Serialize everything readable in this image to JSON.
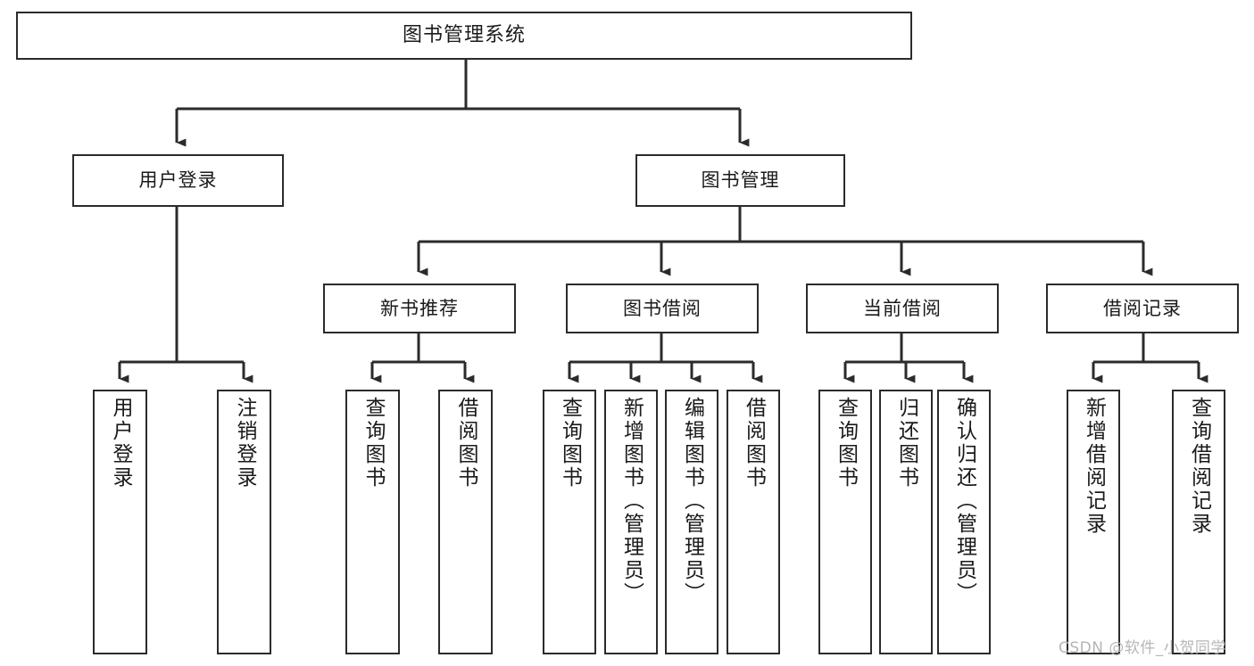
{
  "diagram": {
    "title": "图书管理系统",
    "type": "tree-hierarchy",
    "orientation": "top-down",
    "edge_color": "#2b2b2b",
    "box_border_color": "#2b2b2b",
    "box_fill_color": "#ffffff",
    "text_color": "#1a1a1a"
  },
  "nodes": {
    "root": {
      "label": "图书管理系统"
    },
    "level2": [
      {
        "label": "用户登录"
      },
      {
        "label": "图书管理"
      }
    ],
    "level3": [
      {
        "label": "新书推荐"
      },
      {
        "label": "图书借阅"
      },
      {
        "label": "当前借阅"
      },
      {
        "label": "借阅记录"
      }
    ],
    "leaves": {
      "user_login": [
        {
          "label": "用户登录"
        },
        {
          "label": "注销登录"
        }
      ],
      "new_book_recommend": [
        {
          "label": "查询图书"
        },
        {
          "label": "借阅图书"
        }
      ],
      "book_borrow": [
        {
          "label": "查询图书"
        },
        {
          "label": "新增图书（管理员）"
        },
        {
          "label": "编辑图书（管理员）"
        },
        {
          "label": "借阅图书"
        }
      ],
      "current_borrow": [
        {
          "label": "查询图书"
        },
        {
          "label": "归还图书"
        },
        {
          "label": "确认归还（管理员）"
        }
      ],
      "borrow_record": [
        {
          "label": "新增借阅记录"
        },
        {
          "label": "查询借阅记录"
        }
      ]
    }
  },
  "watermark": {
    "text": "CSDN @软件_小贺同学"
  }
}
